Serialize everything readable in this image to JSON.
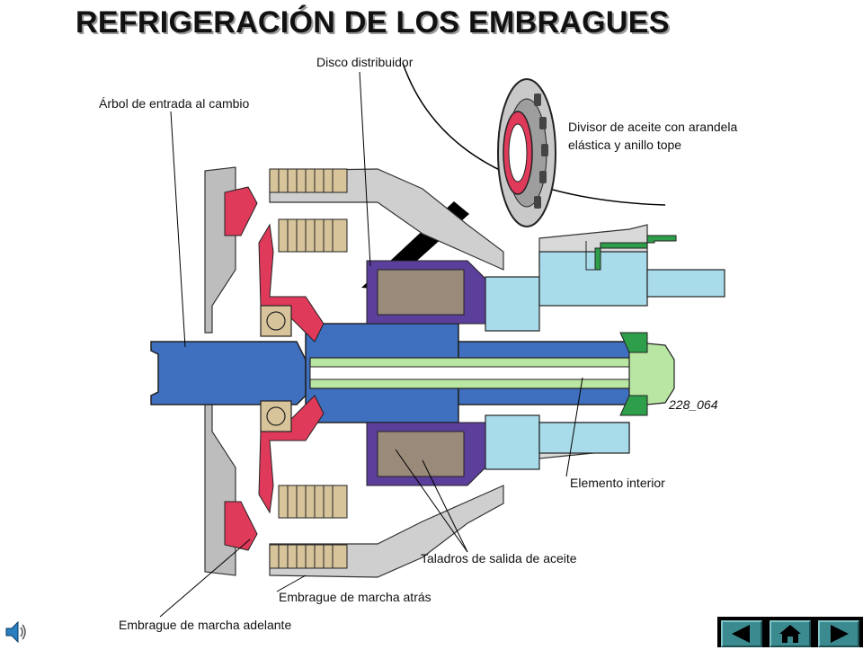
{
  "title": "REFRIGERACIÓN DE LOS EMBRAGUES",
  "labels": {
    "disco": "Disco distribuidor",
    "arbol": "Árbol de entrada al cambio",
    "divisor_1": "Divisor de aceite con arandela",
    "divisor_2": "elástica y anillo tope",
    "elemento": "Elemento interior",
    "taladros": "Taladros de salida de aceite",
    "marcha_atras": "Embrague de marcha atrás",
    "marcha_adelante": "Embrague de marcha adelante",
    "figure_code": "228_064"
  },
  "colors": {
    "shaft_blue": "#3f6fbf",
    "light_blue": "#a9dceb",
    "oil_red": "#e03a5a",
    "purple": "#5b3f9b",
    "green": "#2f9e4a",
    "light_green": "#b9e6a3",
    "clutch_tan": "#d8c49a",
    "casing_gray": "#bdbdbd",
    "nav_teal": "#3b8a8f"
  },
  "icons": {
    "speaker": "speaker-icon",
    "prev": "arrow-left-icon",
    "home": "home-icon",
    "next": "arrow-right-icon"
  }
}
